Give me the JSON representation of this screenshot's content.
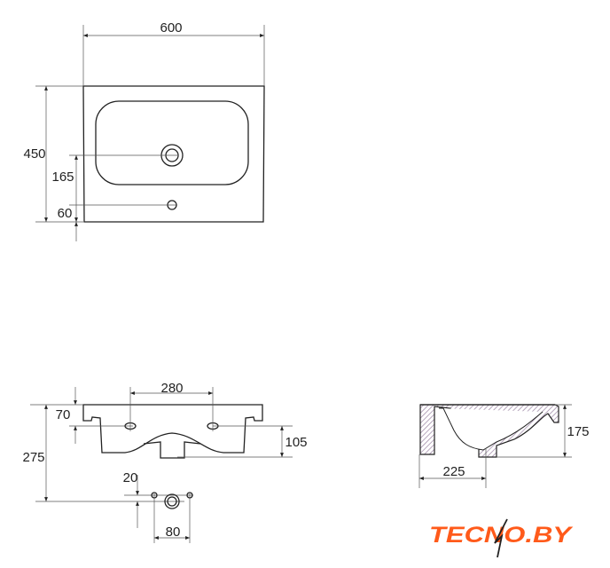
{
  "top_view": {
    "width": "600",
    "depth": "450",
    "drain_offset": "165",
    "tap_offset": "60"
  },
  "front_view": {
    "tap_spacing": "280",
    "rim_to_holes": "70",
    "bowl_depth": "105",
    "total_height": "275",
    "fitting_offset": "20",
    "fitting_spacing": "80"
  },
  "side_view": {
    "height": "175",
    "drain_distance": "225"
  },
  "logo": {
    "text": "TECNO.BY",
    "color": "#ff5a1a"
  }
}
